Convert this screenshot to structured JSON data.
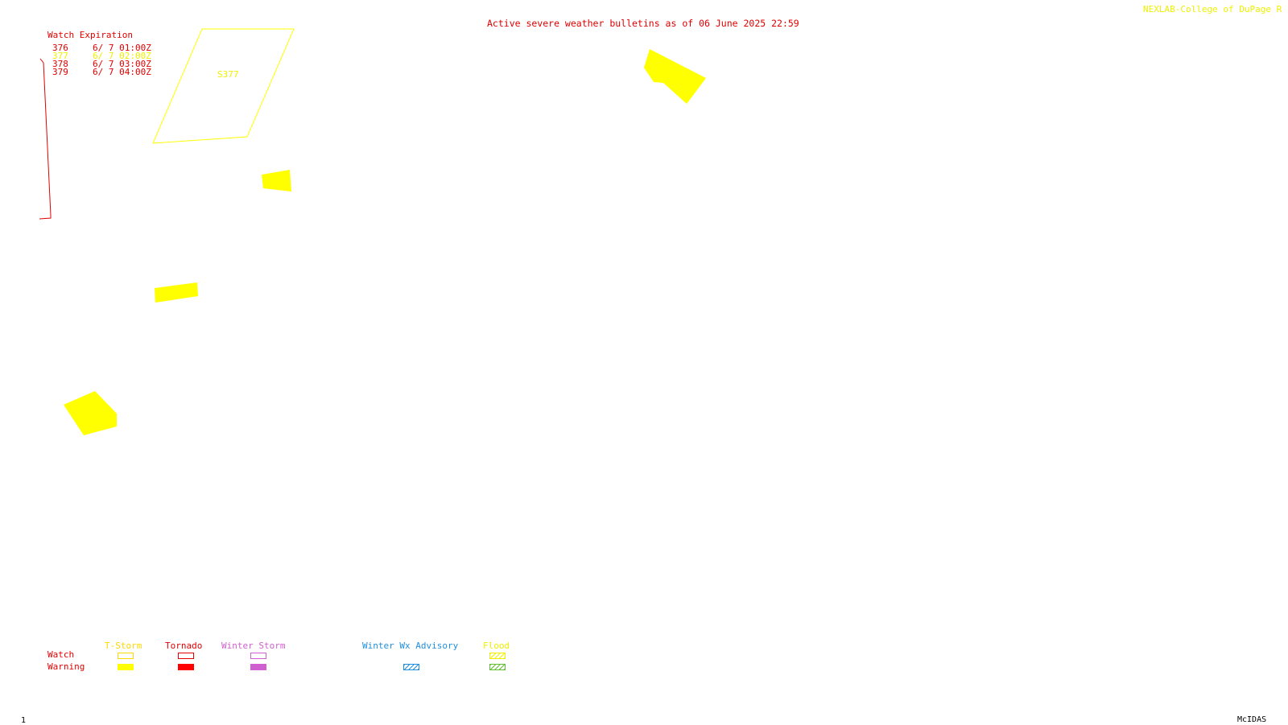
{
  "header": {
    "credit": "NEXLAB-College of DuPage R",
    "title": "Active severe weather bulletins as of 06 June 2025 22:59"
  },
  "watch_table": {
    "heading": "Watch Expiration",
    "rows": [
      {
        "id": "376",
        "expires": "6/ 7 01:00Z",
        "color": "#e00000"
      },
      {
        "id": "377",
        "expires": "6/ 7 02:00Z",
        "color": "#f0f000"
      },
      {
        "id": "378",
        "expires": "6/ 7 03:00Z",
        "color": "#e00000"
      },
      {
        "id": "379",
        "expires": "6/ 7 04:00Z",
        "color": "#e00000"
      }
    ]
  },
  "map": {
    "watch_label": "S377",
    "watch_color": "#ffff00",
    "warning_color": "#ffff00",
    "tornado_color": "#e00000"
  },
  "legend": {
    "row_watch": "Watch",
    "row_warning": "Warning",
    "categories": [
      {
        "label": "T-Storm",
        "color": "#ffd800"
      },
      {
        "label": "Tornado",
        "color": "#e00000"
      },
      {
        "label": "Winter Storm",
        "color": "#d060d0"
      },
      {
        "label": "Winter Wx Advisory",
        "color": "#2090e0"
      },
      {
        "label": "Flood",
        "color": "#f0f000"
      }
    ]
  },
  "footer": {
    "frame": "1",
    "software": "McIDAS"
  }
}
